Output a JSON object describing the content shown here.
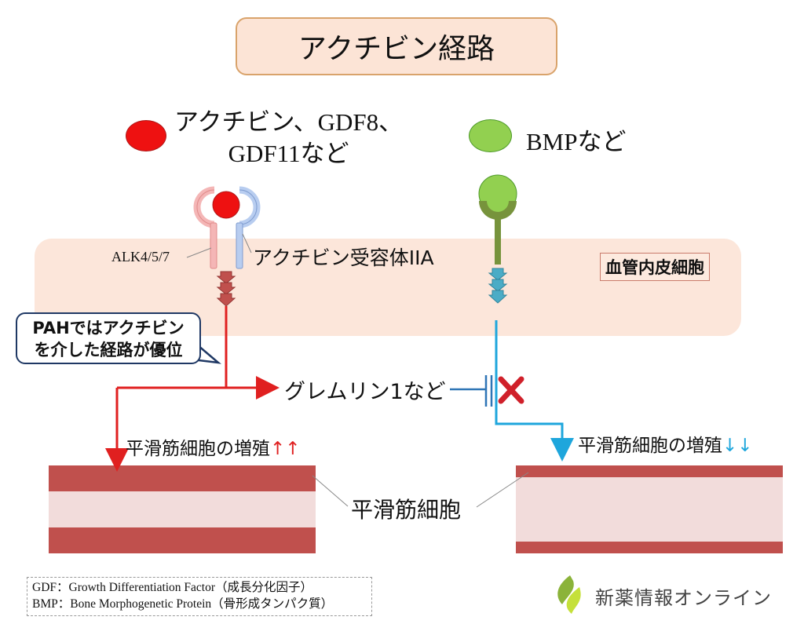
{
  "title": "アクチビン経路",
  "ligands": {
    "activin_group": {
      "line1": "アクチビン、GDF8、",
      "line2": "GDF11など",
      "color": "#ee1111"
    },
    "bmp_group": {
      "label": "BMPなど",
      "color": "#92d050"
    }
  },
  "receptors": {
    "alk_label": "ALK4/5/7",
    "activin_receptor_label": "アクチビン受容体IIA"
  },
  "compartment_label": "血管内皮細胞",
  "callout": {
    "line1": "PAHではアクチビン",
    "line2": "を介した経路が優位"
  },
  "gremlin_label": "グレムリン1など",
  "proliferation": {
    "left": {
      "text": "平滑筋細胞の増殖",
      "arrows": "↑↑",
      "color": "#e02020"
    },
    "right": {
      "text": "平滑筋細胞の増殖",
      "arrows": "↓↓",
      "color": "#1ea6dc"
    }
  },
  "smooth_muscle_label": "平滑筋細胞",
  "legend": {
    "line1": "GDF：Growth Differentiation Factor（成長分化因子）",
    "line2": "BMP：Bone Morphogenetic Protein（骨形成タンパク質）"
  },
  "logo": {
    "text": "新薬情報オンライン",
    "icon": "leaf-flame-icon"
  },
  "colors": {
    "activin_path": "#e02020",
    "bmp_path": "#1ea6dc",
    "vessel_wall": "#c0504d",
    "vessel_lumen": "#f2dcdb",
    "endothelium": "#fce6da",
    "inhibition_x": "#d0202a"
  }
}
